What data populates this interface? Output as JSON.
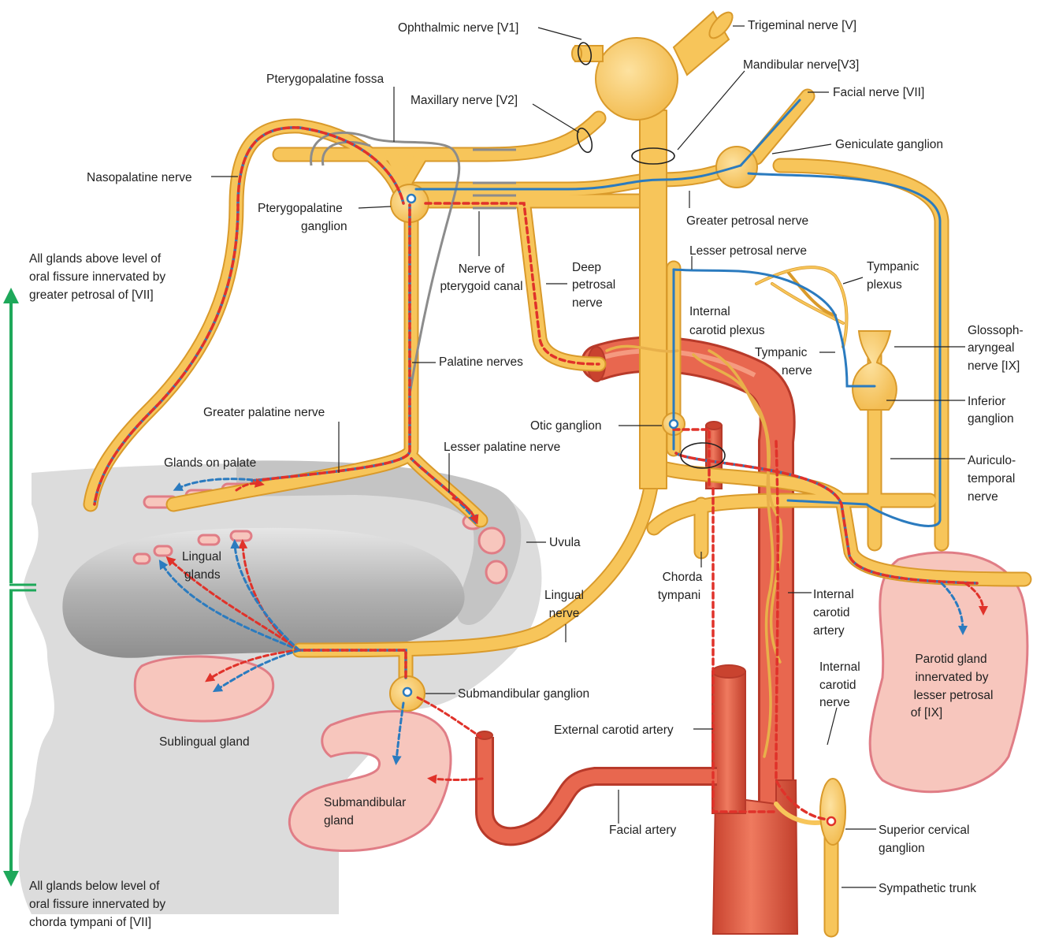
{
  "labels": {
    "ophthalmic_nerve": "Ophthalmic nerve [V1]",
    "trigeminal_nerve": "Trigeminal nerve [V]",
    "mandibular_nerve": "Mandibular nerve[V3]",
    "facial_nerve": "Facial nerve [VII]",
    "pterygopalatine_fossa": "Pterygopalatine fossa",
    "maxillary_nerve": "Maxillary nerve [V2]",
    "geniculate_ganglion": "Geniculate ganglion",
    "nasopalatine_nerve": "Nasopalatine nerve",
    "pterygopalatine_ganglion_1": "Pterygopalatine",
    "pterygopalatine_ganglion_2": "ganglion",
    "greater_petrosal_nerve": "Greater petrosal nerve",
    "lesser_petrosal_nerve": "Lesser petrosal nerve",
    "above_1": "All glands above level of",
    "above_2": "oral fissure innervated by",
    "above_3": "greater petrosal of [VII]",
    "pterygoid_canal_1": "Nerve of",
    "pterygoid_canal_2": "pterygoid canal",
    "deep_petrosal_1": "Deep",
    "deep_petrosal_2": "petrosal",
    "deep_petrosal_3": "nerve",
    "tympanic_plexus_1": "Tympanic",
    "tympanic_plexus_2": "plexus",
    "internal_carotid_plexus_1": "Internal",
    "internal_carotid_plexus_2": "carotid plexus",
    "glossopharyngeal_1": "Glossoph-",
    "glossopharyngeal_2": "aryngeal",
    "glossopharyngeal_3": "nerve [IX]",
    "tympanic_nerve_1": "Tympanic",
    "tympanic_nerve_2": "nerve",
    "palatine_nerves": "Palatine nerves",
    "inferior_ganglion_1": "Inferior",
    "inferior_ganglion_2": "ganglion",
    "greater_palatine_nerve": "Greater palatine nerve",
    "otic_ganglion": "Otic ganglion",
    "glands_on_palate": "Glands on palate",
    "lesser_palatine_nerve": "Lesser palatine nerve",
    "auriculotemporal_1": "Auriculo-",
    "auriculotemporal_2": "temporal",
    "auriculotemporal_3": "nerve",
    "uvula": "Uvula",
    "lingual_glands_1": "Lingual",
    "lingual_glands_2": "glands",
    "chorda_tympani_1": "Chorda",
    "chorda_tympani_2": "tympani",
    "lingual_nerve_1": "Lingual",
    "lingual_nerve_2": "nerve",
    "internal_carotid_artery_1": "Internal",
    "internal_carotid_artery_2": "carotid",
    "internal_carotid_artery_3": "artery",
    "parotid_1": "Parotid gland",
    "parotid_2": "innervated by",
    "parotid_3": "lesser petrosal",
    "parotid_4": "of [IX]",
    "internal_carotid_nerve_1": "Internal",
    "internal_carotid_nerve_2": "carotid",
    "internal_carotid_nerve_3": "nerve",
    "submandibular_ganglion": "Submandibular ganglion",
    "sublingual_gland": "Sublingual gland",
    "external_carotid_artery": "External carotid artery",
    "submandibular_gland_1": "Submandibular",
    "submandibular_gland_2": "gland",
    "facial_artery": "Facial artery",
    "superior_cervical_1": "Superior cervical",
    "superior_cervical_2": "ganglion",
    "below_1": "All glands below level of",
    "below_2": "oral fissure innervated by",
    "below_3": "chorda tympani of [VII]",
    "sympathetic_trunk": "Sympathetic trunk"
  },
  "colors": {
    "nerve": "#f7c55a",
    "nerve_outline": "#d99a2b",
    "parasympathetic_fiber": "#2b7bbf",
    "sympathetic_fiber": "#e0322a",
    "artery": "#e2604a",
    "artery_outline": "#b83a2a",
    "gland": "#f7c6bd",
    "gland_outline": "#e07d86",
    "arrow_green": "#1ea85a",
    "head_gray": "#c9c9c9"
  }
}
